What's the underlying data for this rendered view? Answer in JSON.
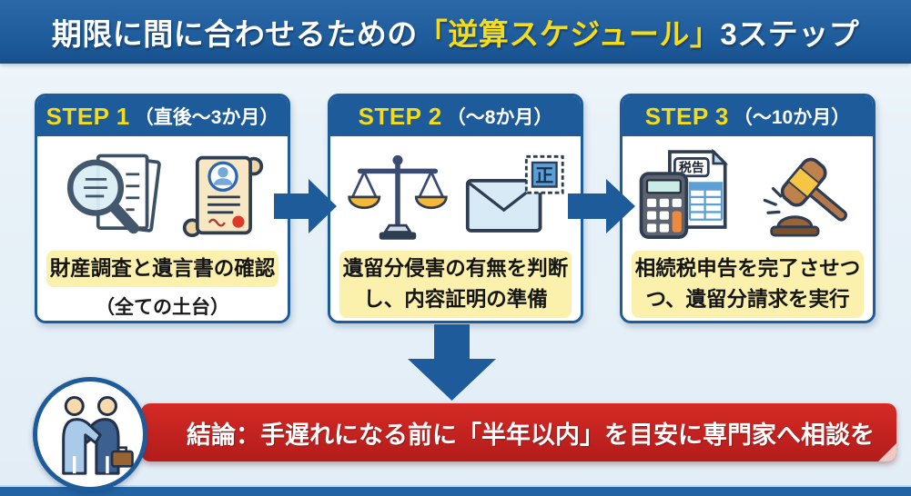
{
  "header": {
    "title_prefix": "期限に間に合わせるための",
    "title_highlight": "「逆算スケジュール」",
    "title_suffix": "3ステップ"
  },
  "steps": {
    "step1": {
      "label": "STEP 1",
      "period": "（直後〜3か月）",
      "highlight": "財産調査と遺言書の確認",
      "note": "（全ての土台）",
      "icon1": "magnifier-documents-icon",
      "icon2": "will-scroll-icon"
    },
    "step2": {
      "label": "STEP 2",
      "period": "（〜8か月）",
      "line1": "遺留分侵害の有無を判断",
      "line2": "し、内容証明の準備",
      "stamp_text": "正",
      "icon1": "balance-scale-icon",
      "icon2": "certified-mail-icon"
    },
    "step3": {
      "label": "STEP 3",
      "period": "（〜10か月）",
      "line1": "相続税申告を完了させつ",
      "line2": "つ、遺留分請求を実行",
      "doc_label": "税告",
      "icon1": "tax-calculator-icon",
      "icon2": "gavel-icon"
    }
  },
  "conclusion": {
    "text": "結論：手遅れになる前に「半年以内」を目安に専門家へ相談を",
    "icon": "handshake-icon"
  },
  "colors": {
    "primary_blue": "#1e5b9a",
    "accent_yellow": "#f5dc1b",
    "highlight_bg": "#fbf1ac",
    "alert_red": "#c22220",
    "page_bg": "#e9f2f8"
  }
}
